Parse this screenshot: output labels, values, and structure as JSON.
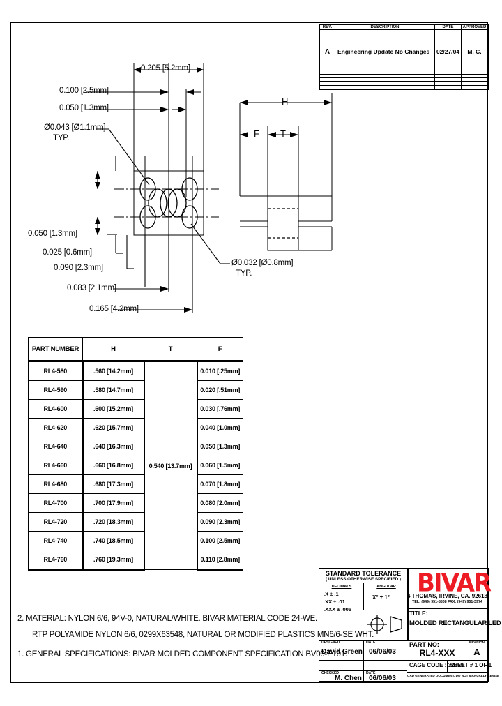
{
  "revision_table": {
    "headers": [
      "REV.",
      "DESCRIPTION",
      "DATE",
      "APPROVED"
    ],
    "rows": [
      {
        "rev": "A",
        "description": "Engineering Update  No Changes",
        "date": "02/27/04",
        "approved": "M. C."
      },
      {
        "rev": "",
        "description": "",
        "date": "",
        "approved": ""
      },
      {
        "rev": "",
        "description": "",
        "date": "",
        "approved": ""
      },
      {
        "rev": "",
        "description": "",
        "date": "",
        "approved": ""
      },
      {
        "rev": "",
        "description": "",
        "date": "",
        "approved": ""
      }
    ]
  },
  "front_view_dimensions": {
    "top_width": "0.205 [5.2mm]",
    "pitch_1": "0.100 [2.5mm]",
    "pitch_2": "0.050 [1.3mm]",
    "hole_large": "Ø0.043 [Ø1.1mm]",
    "hole_large_typ": "TYP.",
    "hole_small": "Ø0.032 [Ø0.8mm]",
    "hole_small_typ": "TYP.",
    "left_1": "0.050 [1.3mm]",
    "left_2": "0.025 [0.6mm]",
    "left_3": "0.090 [2.3mm]",
    "left_4": "0.083 [2.1mm]",
    "left_5": "0.165 [4.2mm]"
  },
  "side_view_dimensions": {
    "h": "H",
    "f": "F",
    "t": "T"
  },
  "parts_table": {
    "headers": [
      "PART NUMBER",
      "H",
      "T",
      "F"
    ],
    "t_value": "0.540 [13.7mm]",
    "rows": [
      {
        "part": "RL4-580",
        "h": ".560 [14.2mm]",
        "f": "0.010 [.25mm]"
      },
      {
        "part": "RL4-590",
        "h": ".580 [14.7mm]",
        "f": "0.020 [.51mm]"
      },
      {
        "part": "RL4-600",
        "h": ".600 [15.2mm]",
        "f": "0.030 [.76mm]"
      },
      {
        "part": "RL4-620",
        "h": ".620 [15.7mm]",
        "f": "0.040 [1.0mm]"
      },
      {
        "part": "RL4-640",
        "h": ".640 [16.3mm]",
        "f": "0.050 [1.3mm]"
      },
      {
        "part": "RL4-660",
        "h": ".660 [16.8mm]",
        "f": "0.060 [1.5mm]"
      },
      {
        "part": "RL4-680",
        "h": ".680 [17.3mm]",
        "f": "0.070 [1.8mm]"
      },
      {
        "part": "RL4-700",
        "h": ".700 [17.9mm]",
        "f": "0.080 [2.0mm]"
      },
      {
        "part": "RL4-720",
        "h": ".720 [18.3mm]",
        "f": "0.090 [2.3mm]"
      },
      {
        "part": "RL4-740",
        "h": ".740 [18.5mm]",
        "f": "0.100 [2.5mm]"
      },
      {
        "part": "RL4-760",
        "h": ".760 [19.3mm]",
        "f": "0.110 [2.8mm]"
      }
    ]
  },
  "notes": [
    "2.  MATERIAL: NYLON 6/6, 94V-0, NATURAL/WHITE. BIVAR MATERIAL CODE 24-WE.",
    "RTP POLYAMIDE NYLON 6/6, 0299X63548, NATURAL OR MODIFIED PLASTICS MN6/6-SE WHT.",
    "1.  GENERAL SPECIFICATIONS: BIVAR MOLDED COMPONENT SPECIFICATION BV00-E101."
  ],
  "title_block": {
    "tolerance_title": "STANDARD TOLERANCE",
    "tolerance_subtitle": "( UNLESS OTHERWISE SPECIFIED )",
    "decimals_label": "DECIMALS",
    "angular_label": "ANGULAR",
    "dec_1": ".X     ± .1",
    "dec_2": ".XX    ± .01",
    "dec_3": ".XXX  ± .005",
    "ang_1": "X°  ± 1°",
    "company": "BIVAR",
    "company_tm": "®",
    "address": "4 THOMAS, IRVINE, CA. 92618",
    "contact": "TEL: (949) 951-8808     FAX: (949) 951-3974",
    "title_label": "TITLE:",
    "title_value": "MOLDED RECTANGULAR LED MOUNT",
    "designed_label": "DESIGNED",
    "designed_value": "David Green",
    "designed_date_label": "DATE",
    "designed_date": "06/06/03",
    "checked_label": "CHECKED",
    "checked_value": "M. Chen",
    "checked_date_label": "DATE",
    "checked_date": "06/06/03",
    "partno_label": "PART NO:",
    "partno_value": "RL4-XXX",
    "revision_label": "REVISION",
    "revision_value": "A",
    "cage_code": "CAGE CODE : 32559",
    "sheet": "SHEET #  1  OF   1",
    "disclaimer": "CAD GENERATED DOCUMENT, DO NOT MANUALLY REVISE"
  },
  "colors": {
    "brand_red": "#ED1C24",
    "line": "#000000",
    "background": "#FFFFFF"
  }
}
